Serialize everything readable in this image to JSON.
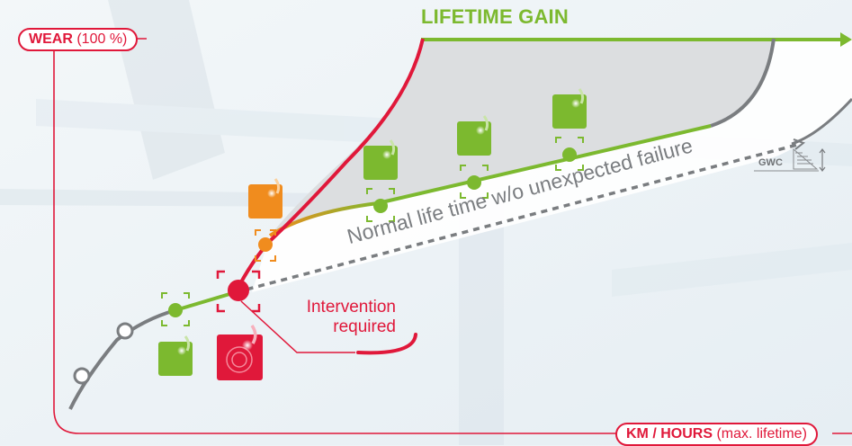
{
  "wear_axis": {
    "bold": "WEAR",
    "light": "(100 %)"
  },
  "time_axis": {
    "bold": "KM / HOURS",
    "light": "(max. lifetime)"
  },
  "lifetime_gain_label": "LIFETIME GAIN",
  "normal_lifetime_label": "Normal life time w/o unexpected failure",
  "intervention_label_line1": "Intervention",
  "intervention_label_line2": "required",
  "gwc_label": "GWC",
  "colors": {
    "red": "#e0183a",
    "green": "#7cb92f",
    "orange": "#f08c1e",
    "grey": "#7a7d80",
    "gain_fill": "#dcdee0"
  },
  "icons": [
    "sensor-icon-green",
    "sensor-icon-orange",
    "sensor-icon-red",
    "check-point-icon",
    "gwc-gauge-icon"
  ]
}
